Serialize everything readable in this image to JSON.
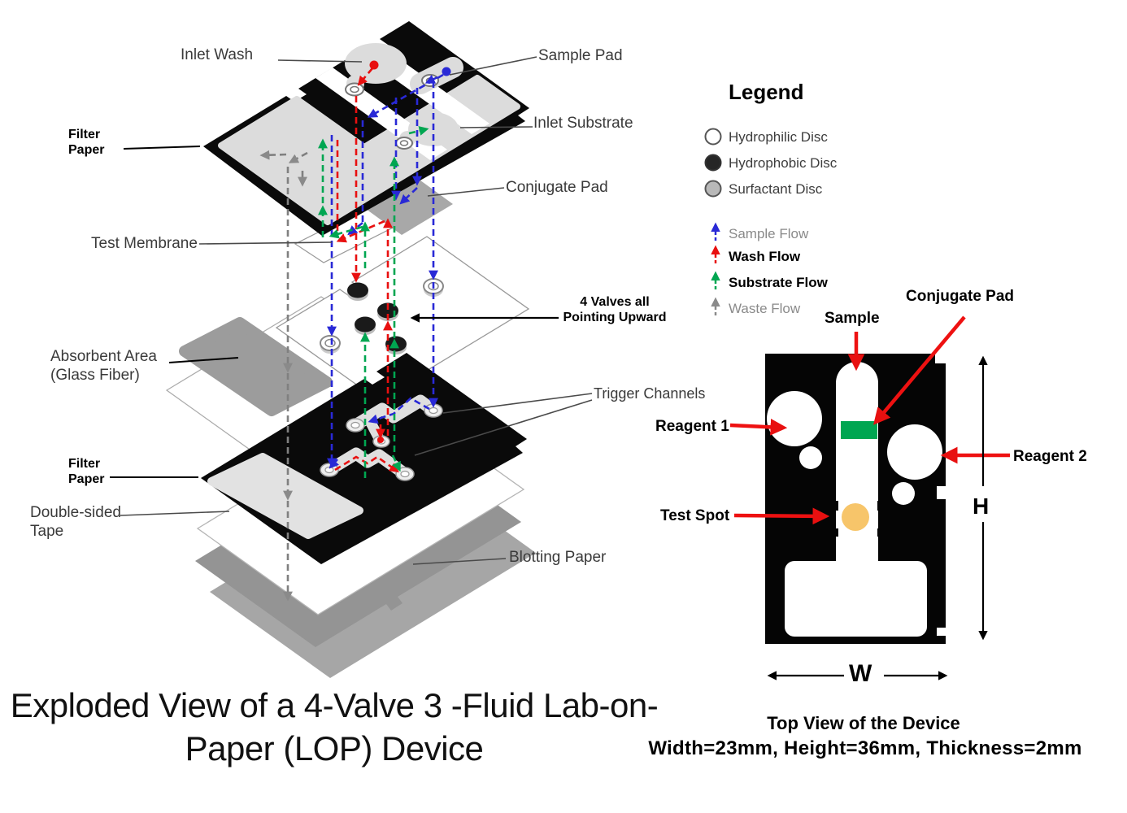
{
  "title": {
    "line1": "Exploded View of a 4-Valve 3 -Fluid",
    "line2": "Lab-on-Paper (LOP) Device"
  },
  "exploded_view": {
    "labels": {
      "inlet_wash": "Inlet Wash",
      "sample_pad": "Sample Pad",
      "inlet_substrate": "Inlet Substrate",
      "conjugate_pad": "Conjugate Pad",
      "filter_paper_top": "Filter Paper",
      "test_membrane": "Test Membrane",
      "absorbent_area_line1": "Absorbent Area",
      "absorbent_area_line2": "(Glass Fiber)",
      "valves_note_line1": "4 Valves all",
      "valves_note_line2": "Pointing Upward",
      "trigger_channels": "Trigger Channels",
      "filter_paper_bottom": "Filter Paper",
      "double_sided_tape_line1": "Double-sided",
      "double_sided_tape_line2": "Tape",
      "blotting_paper": "Blotting Paper"
    }
  },
  "legend": {
    "title": "Legend",
    "discs": [
      {
        "label": "Hydrophilic Disc",
        "fill": "#ffffff"
      },
      {
        "label": "Hydrophobic Disc",
        "fill": "#262626"
      },
      {
        "label": "Surfactant Disc",
        "fill": "#b8b8b8"
      }
    ],
    "flows": [
      {
        "label": "Sample Flow",
        "color": "#2929d6",
        "bold": false
      },
      {
        "label": "Wash Flow",
        "color": "#e81010",
        "bold": true
      },
      {
        "label": "Substrate Flow",
        "color": "#00a651",
        "bold": true
      },
      {
        "label": "Waste Flow",
        "color": "#8a8a8a",
        "bold": false
      }
    ]
  },
  "top_view": {
    "labels": {
      "sample": "Sample",
      "conjugate_pad": "Conjugate Pad",
      "reagent_1": "Reagent 1",
      "reagent_2": "Reagent 2",
      "test_spot": "Test Spot",
      "height_dim": "H",
      "width_dim": "W"
    },
    "caption_line1": "Top View of the Device",
    "caption_line2": "Width=23mm, Height=36mm, Thickness=2mm"
  },
  "colors": {
    "sample_flow_blue": "#2929d6",
    "wash_flow_red": "#e81010",
    "substrate_flow_green": "#00a651",
    "waste_flow_gray": "#8a8a8a",
    "conjugate_pad_green": "#00a651",
    "test_spot_orange": "#f7c56a",
    "layer_black": "#0a0a0a"
  }
}
